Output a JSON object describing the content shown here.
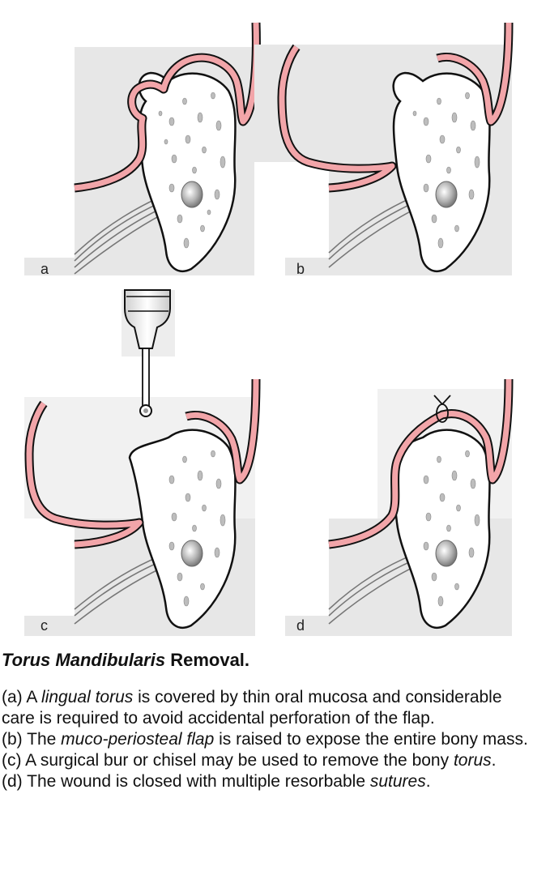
{
  "figure": {
    "panels": [
      {
        "id": "a",
        "label": "a"
      },
      {
        "id": "b",
        "label": "b"
      },
      {
        "id": "c",
        "label": "c"
      },
      {
        "id": "d",
        "label": "d"
      }
    ],
    "colors": {
      "mucosa": "#f2a5a9",
      "bone": "#ffffff",
      "soft_tissue": "#e7e7e7",
      "outline": "#111111",
      "tool": "#ededed"
    }
  },
  "caption": {
    "title_italic": "Torus Mandibularis",
    "title_rest": " Removal.",
    "lines": [
      {
        "before": "(a) A ",
        "italic": "lingual torus",
        "after": " is covered by thin oral mucosa and considerable care is required to avoid accidental perforation of the flap."
      },
      {
        "before": "(b) The ",
        "italic": "muco-periosteal flap",
        "after": " is raised to expose the entire bony mass."
      },
      {
        "before": "(c) A surgical bur or chisel may be used to remove the bony ",
        "italic": "torus",
        "after": "."
      },
      {
        "before": "(d) The wound is closed with multiple resorbable ",
        "italic": "sutures",
        "after": "."
      }
    ]
  }
}
